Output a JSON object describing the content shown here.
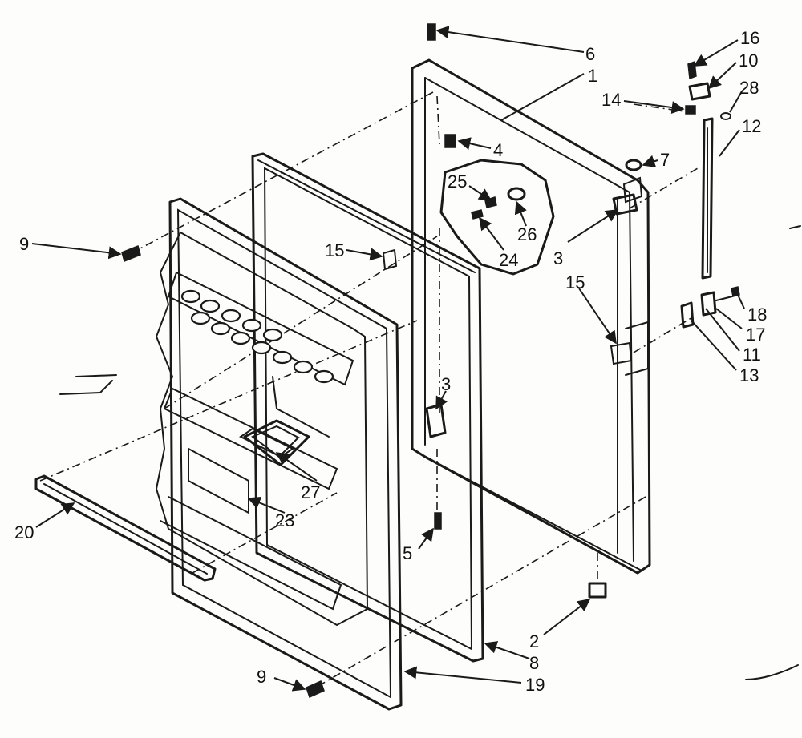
{
  "callouts": [
    {
      "id": "c1",
      "text": "1"
    },
    {
      "id": "c2",
      "text": "2"
    },
    {
      "id": "c3a",
      "text": "3"
    },
    {
      "id": "c3b",
      "text": "3"
    },
    {
      "id": "c4",
      "text": "4"
    },
    {
      "id": "c5",
      "text": "5"
    },
    {
      "id": "c6",
      "text": "6"
    },
    {
      "id": "c7",
      "text": "7"
    },
    {
      "id": "c8",
      "text": "8"
    },
    {
      "id": "c9a",
      "text": "9"
    },
    {
      "id": "c9b",
      "text": "9"
    },
    {
      "id": "c10",
      "text": "10"
    },
    {
      "id": "c11",
      "text": "11"
    },
    {
      "id": "c12",
      "text": "12"
    },
    {
      "id": "c13",
      "text": "13"
    },
    {
      "id": "c14",
      "text": "14"
    },
    {
      "id": "c15a",
      "text": "15"
    },
    {
      "id": "c15b",
      "text": "15"
    },
    {
      "id": "c16",
      "text": "16"
    },
    {
      "id": "c17",
      "text": "17"
    },
    {
      "id": "c18",
      "text": "18"
    },
    {
      "id": "c19",
      "text": "19"
    },
    {
      "id": "c20",
      "text": "20"
    },
    {
      "id": "c23",
      "text": "23"
    },
    {
      "id": "c24",
      "text": "24"
    },
    {
      "id": "c25",
      "text": "25"
    },
    {
      "id": "c26",
      "text": "26"
    },
    {
      "id": "c27",
      "text": "27"
    },
    {
      "id": "c28",
      "text": "28"
    }
  ]
}
